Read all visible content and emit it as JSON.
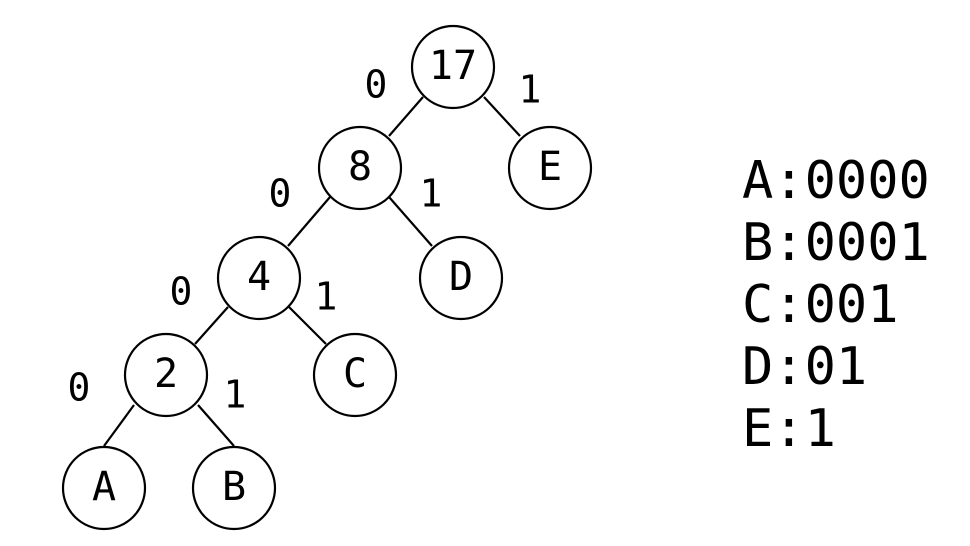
{
  "tree": {
    "nodes": [
      {
        "id": "n17",
        "label": "17"
      },
      {
        "id": "n8",
        "label": "8"
      },
      {
        "id": "nE",
        "label": "E"
      },
      {
        "id": "n4",
        "label": "4"
      },
      {
        "id": "nD",
        "label": "D"
      },
      {
        "id": "n2",
        "label": "2"
      },
      {
        "id": "nC",
        "label": "C"
      },
      {
        "id": "nA",
        "label": "A"
      },
      {
        "id": "nB",
        "label": "B"
      }
    ],
    "edges": [
      {
        "id": "e17-8",
        "label": "0"
      },
      {
        "id": "e17-E",
        "label": "1"
      },
      {
        "id": "e8-4",
        "label": "0"
      },
      {
        "id": "e8-D",
        "label": "1"
      },
      {
        "id": "e4-2",
        "label": "0"
      },
      {
        "id": "e4-C",
        "label": "1"
      },
      {
        "id": "e2-A",
        "label": "0"
      },
      {
        "id": "e2-B",
        "label": "1"
      }
    ]
  },
  "codes": [
    "A:0000",
    "B:0001",
    "C:001",
    "D:01",
    "E:1"
  ]
}
